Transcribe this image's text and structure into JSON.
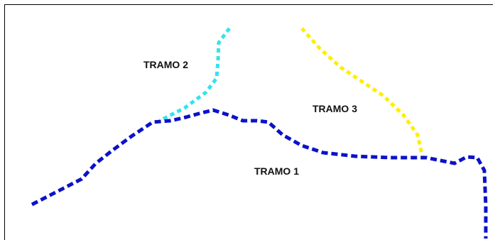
{
  "segments": [
    {
      "id": "tramo-1",
      "label": "TRAMO 1",
      "color": "#0b12c8"
    },
    {
      "id": "tramo-2",
      "label": "TRAMO 2",
      "color": "#33e3ee"
    },
    {
      "id": "tramo-3",
      "label": "TRAMO 3",
      "color": "#ffee00"
    }
  ]
}
